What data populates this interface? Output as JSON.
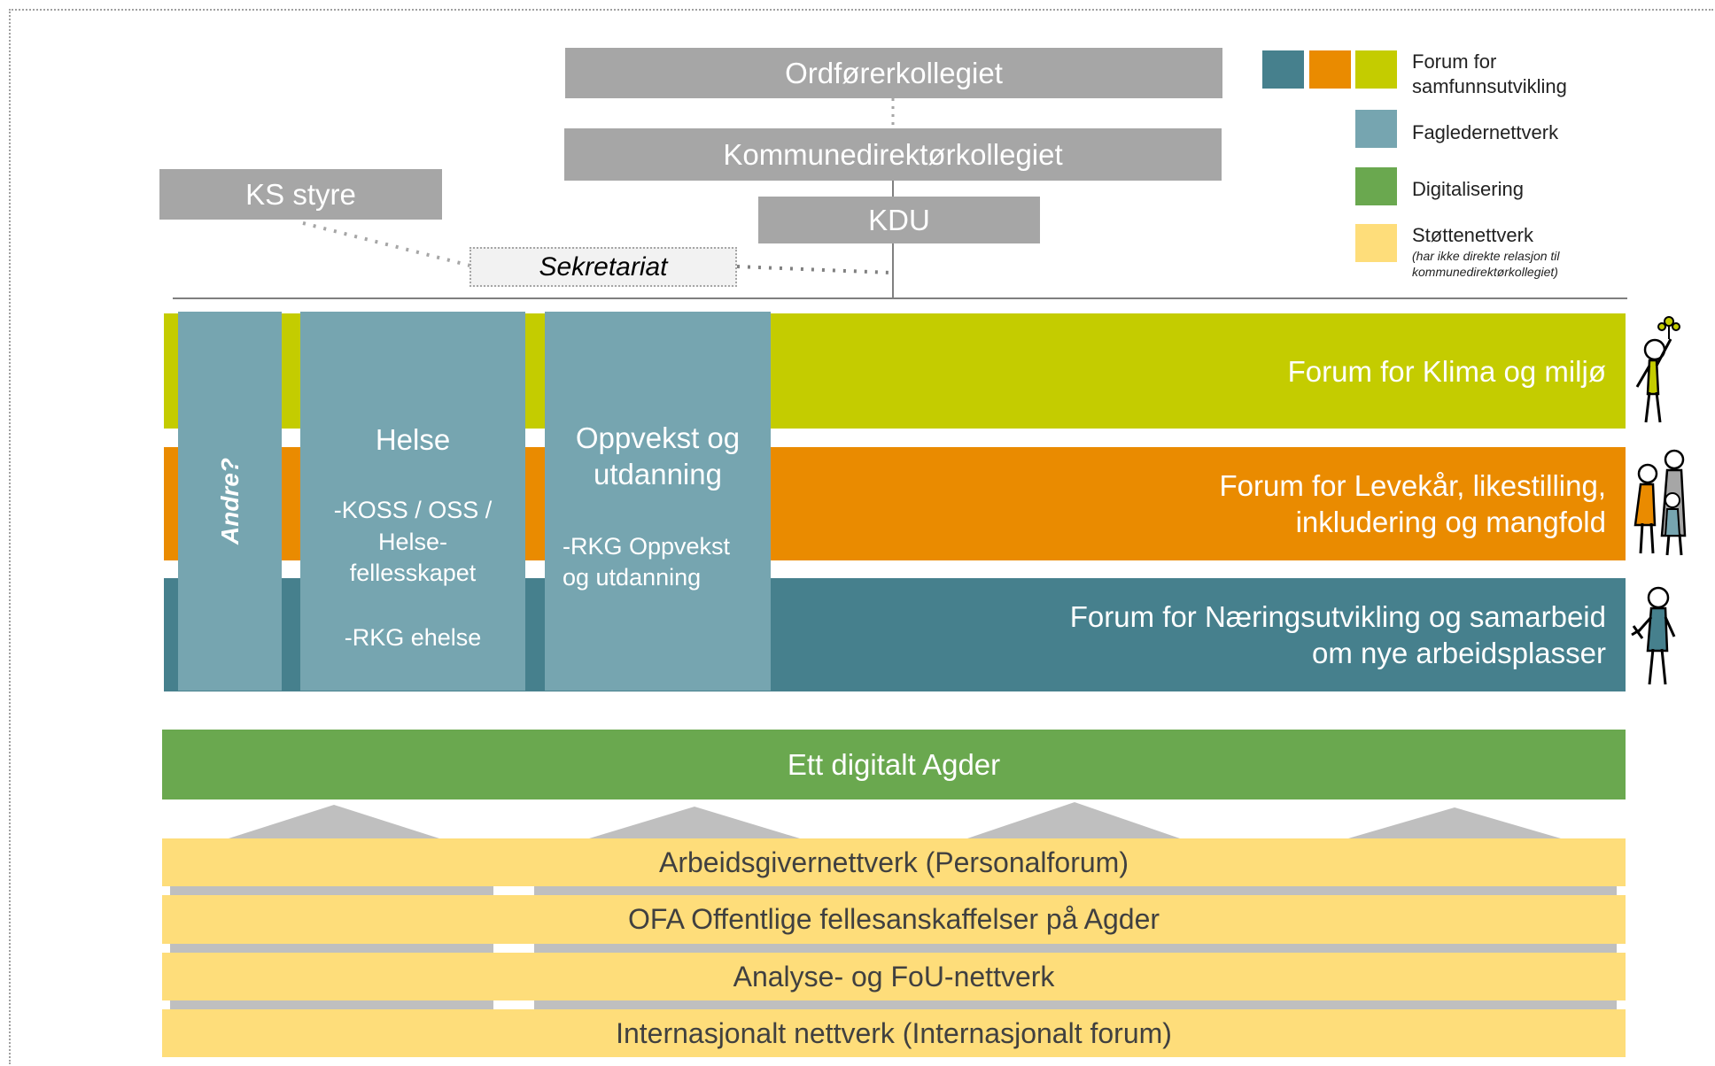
{
  "colors": {
    "box_gray": "#a6a6a6",
    "klima": "#c4cc00",
    "levekar": "#ea8b00",
    "naering": "#46808d",
    "fagleder": "#76a5b0",
    "digital": "#6aa84f",
    "stotte": "#fedd7a"
  },
  "top": {
    "ordforer": "Ordførerkollegiet",
    "kommunedirektor": "Kommunedirektørkollegiet",
    "kdu": "KDU",
    "ks_styre": "KS styre",
    "sekretariat": "Sekretariat"
  },
  "legend": {
    "forum_line1": "Forum for",
    "forum_line2": "samfunnsutvikling",
    "fagleder": "Fagledernettverk",
    "digital": "Digitalisering",
    "stotte": "Støttenettverk",
    "stotte_note_line1": "(har ikke direkte relasjon til",
    "stotte_note_line2": "kommunedirektørkollegiet)"
  },
  "forums": {
    "klima": "Forum for Klima og miljø",
    "levekar_line1": "Forum for Levekår, likestilling,",
    "levekar_line2": "inkludering og mangfold",
    "naering_line1": "Forum for Næringsutvikling og samarbeid",
    "naering_line2": "om nye arbeidsplasser"
  },
  "columns": {
    "andre": "Andre?",
    "helse_title": "Helse",
    "helse_line1": "-KOSS / OSS /",
    "helse_line2": "Helse-",
    "helse_line3": "fellesskapet",
    "helse_line4": "-RKG ehelse",
    "oppvekst_title1": "Oppvekst og",
    "oppvekst_title2": "utdanning",
    "oppvekst_line1": "-RKG Oppvekst",
    "oppvekst_line2": "og utdanning"
  },
  "digital": "Ett digitalt Agder",
  "support": [
    "Arbeidsgivernettverk (Personalforum)",
    "OFA Offentlige fellesanskaffelser på Agder",
    "Analyse- og FoU-nettverk",
    "Internasjonalt nettverk (Internasjonalt forum)"
  ]
}
